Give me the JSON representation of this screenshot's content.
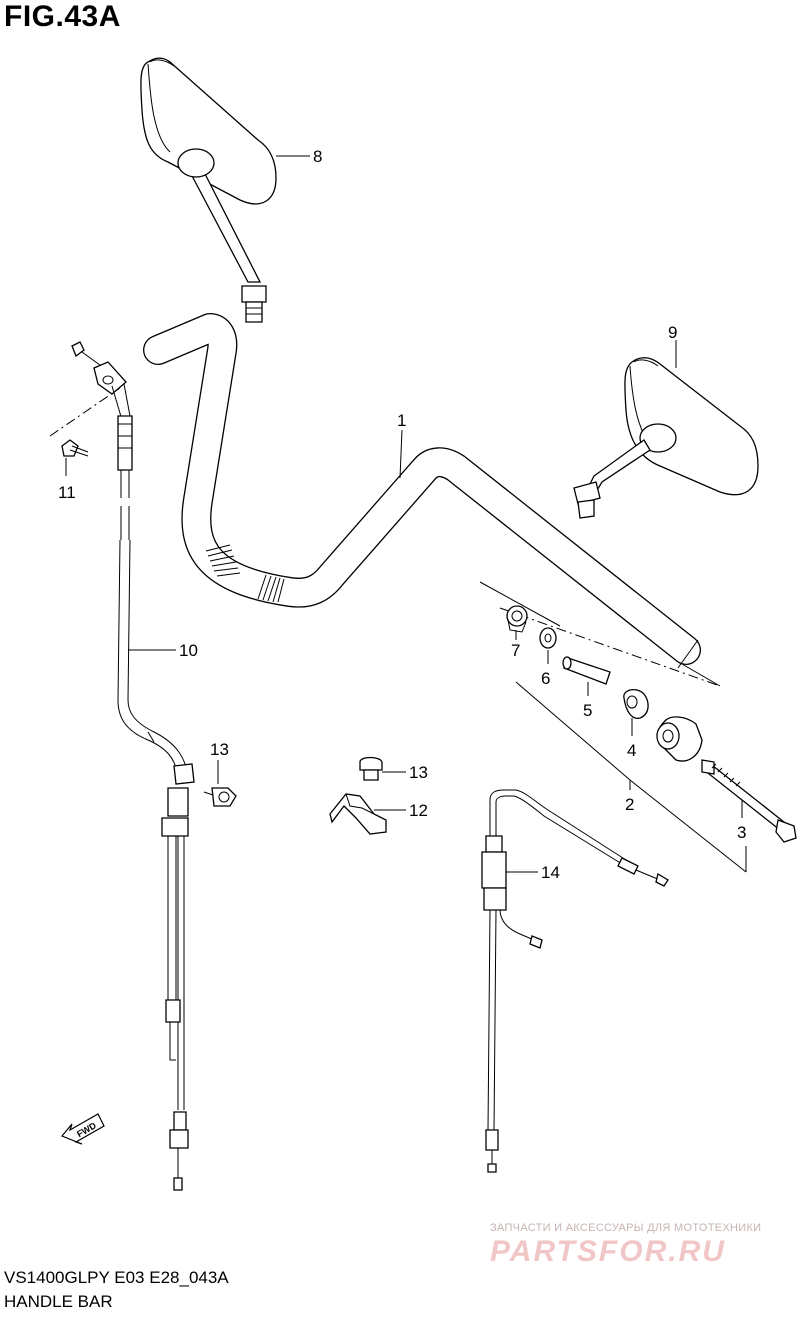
{
  "figure": {
    "title": "FIG.43A",
    "model_code": "VS1400GLPY E03 E28_043A",
    "section_name": "HANDLE BAR"
  },
  "callouts": {
    "p1": "1",
    "p2": "2",
    "p3": "3",
    "p4": "4",
    "p5": "5",
    "p6": "6",
    "p7": "7",
    "p8": "8",
    "p9": "9",
    "p10": "10",
    "p11": "11",
    "p12": "12",
    "p13a": "13",
    "p13b": "13",
    "p14": "14"
  },
  "direction_marker": {
    "label": "FWD"
  },
  "watermark": {
    "tagline": "ЗАПЧАСТИ И АКСЕССУАРЫ ДЛЯ МОТОТЕХНИКИ",
    "logo": "PARTSFOR.RU"
  }
}
